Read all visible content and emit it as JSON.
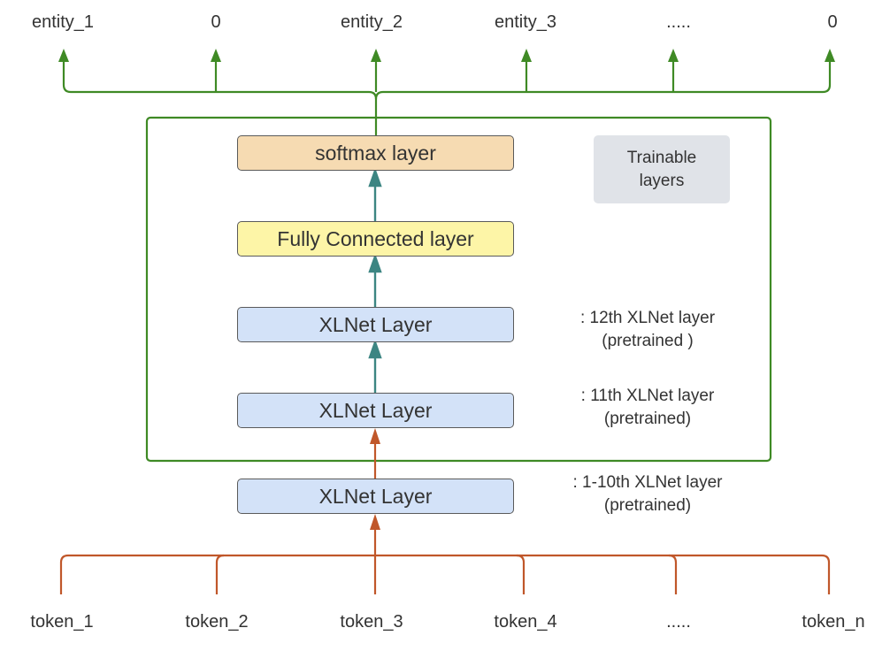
{
  "colors": {
    "output_green": "#3f8a25",
    "inner_teal": "#3c8582",
    "input_orange": "#c0572a",
    "softmax_fill": "#f6dbb2",
    "fc_fill": "#fdf5a7",
    "xlnet_fill": "#d3e2f8",
    "trainable_fill": "#e0e3e8",
    "box_border": "#5a5a5a",
    "text": "#333333"
  },
  "outputs": [
    "entity_1",
    "0",
    "entity_2",
    "entity_3",
    ".....",
    "0"
  ],
  "inputs": [
    "token_1",
    "token_2",
    "token_3",
    "token_4",
    ".....",
    "token_n"
  ],
  "layers": {
    "softmax": "softmax layer",
    "fully_connected": "Fully Connected layer",
    "xlnet_12": "XLNet Layer",
    "xlnet_11": "XLNet Layer",
    "xlnet_1_10": "XLNet Layer"
  },
  "notes": {
    "xlnet_12": [
      ":  12th XLNet layer",
      "(pretrained )"
    ],
    "xlnet_11": [
      ":  11th XLNet layer",
      "(pretrained)"
    ],
    "xlnet_1_10": [
      ":  1-10th XLNet layer",
      "(pretrained)"
    ]
  },
  "trainable": [
    "Trainable",
    "layers"
  ]
}
